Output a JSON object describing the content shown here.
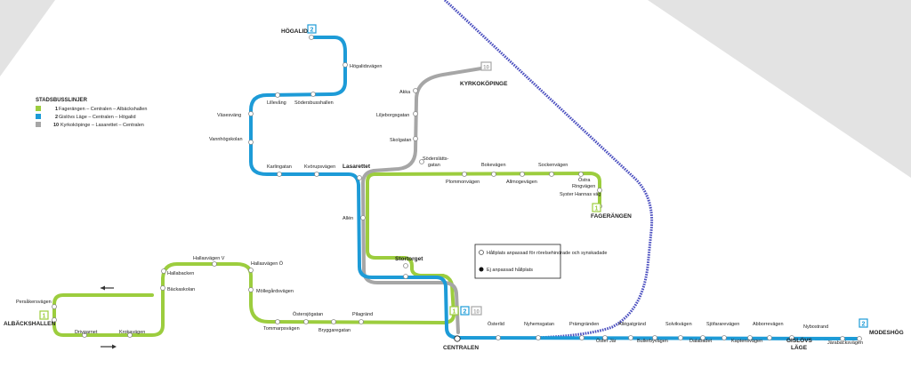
{
  "colors": {
    "line1": "#9ccd3e",
    "line2": "#1d9bd7",
    "line10": "#a6a6a6",
    "rail": "#4b4fbf",
    "corner": "#e3e3e3"
  },
  "legend": {
    "title": "STADSBUSSLINJER",
    "items": [
      {
        "number": "1",
        "text": "Fagerängen – Centralen – Albäckshallen"
      },
      {
        "number": "2",
        "text": "Gislövs Läge – Centralen – Högalid"
      },
      {
        "number": "10",
        "text": "Kyrkoköpinge – Lasarettet – Centralen"
      }
    ]
  },
  "stop_legend": {
    "accessible": "Hållplats anpassad för rörelsehindrade och synskadade",
    "not_accessible": "Ej anpassad hållplats"
  },
  "terminals": {
    "hogalid": "HÖGALID",
    "kyrkokoping": "KYRKOKÖPINGE",
    "fagerangen": "FAGERÄNGEN",
    "albackshallen": "ALBÄCKSHALLEN",
    "centralen": "CENTRALEN",
    "modeshog": "MODESHÖG",
    "gislovs_lage_1": "GISLÖVS",
    "gislovs_lage_2": "LÄGE"
  },
  "badges": {
    "b2": "2",
    "b10": "10",
    "b1": "1"
  },
  "stops": {
    "hogalidsvagen": "Högalidsvägen",
    "lillevang": "Lillevång",
    "sodersbusshallen": "Södersbusshallen",
    "vasesvang": "Väsesväng",
    "vannhogskolan": "Vannhögskolan",
    "karlingatan": "Karlingatan",
    "korsvagen": "Kvörupsvägen",
    "lasarettet": "Lasarettet",
    "allen": "Allén",
    "stortorget": "Stortorget",
    "akka": "Akka",
    "liljeborgsgatan": "Liljeborgsgatan",
    "skolgatan": "Skolgatan",
    "soderslatts_1": "Söderslätts-",
    "soderslatts_2": "gatan",
    "plommonvagen": "Plommonvägen",
    "bokevagen": "Bokevägen",
    "allmogevagen": "Allmogevägen",
    "sockenvagen": "Sockenvägen",
    "ostra_1": "Östra",
    "ostra_2": "Ringvägen",
    "syster": "Syster Hannas väg",
    "hallasvagen_v": "Hallasvägen V",
    "hallasvagen_o": "Hallasvägen Ö",
    "hallabacken": "Hallabacken",
    "backaskolan": "Bäckaskolan",
    "mollegardsvagen": "Möllegårdsvägen",
    "persakersvagen": "Persåkersvägen",
    "drivgarnet": "Drivgarnet",
    "krokavagen": "Krokavägen",
    "ostersjogatan": "Östersjögatan",
    "tommarpsvagen": "Tommarpsvägen",
    "bryggaregatan": "Bryggaregatan",
    "pilagrand": "Pilagränd",
    "osterlid": "Österlid",
    "nyhemsgatan": "Nyhemsgatan",
    "pramgranden": "Prämgränden",
    "allegatgrand": "Allégatgränd",
    "solvikvagen": "Solvikvägen",
    "sjofararevagen": "Sjöfararevägen",
    "abborrevagen": "Abborrevägen",
    "nybostrand": "Nybostrand",
    "oster_jar": "Öster Jär",
    "bullerbyvagen": "Bullerbyvägen",
    "dalabadet": "Dalabadet",
    "kaptensvagen": "Kaptensvägen",
    "jarabackavagen": "Järabacksvägen"
  }
}
